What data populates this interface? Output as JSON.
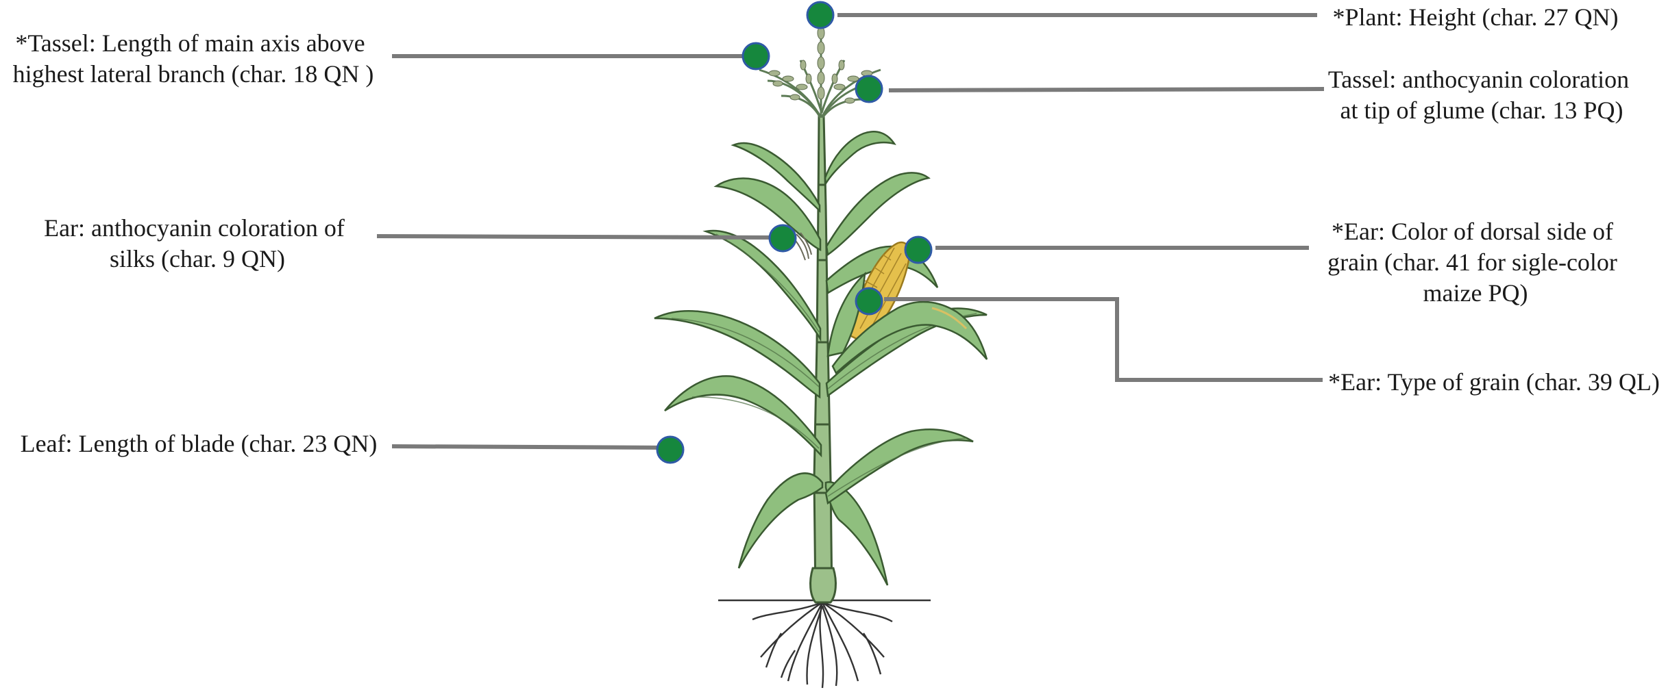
{
  "colors": {
    "marker_fill": "#16873d",
    "marker_stroke": "#2f5aa6",
    "leader_line": "#7a7a7a",
    "plant_green": "#8fbf7e",
    "ear_yellow": "#e5c04c"
  },
  "labels": {
    "tassel_length": [
      "*Tassel: Length of main axis above",
      "highest lateral branch (char. 18 QN )"
    ],
    "ear_silks": [
      "Ear: anthocyanin coloration of",
      "silks (char.  9 QN)"
    ],
    "leaf_blade": [
      "Leaf: Length of blade (char. 23 QN)"
    ],
    "plant_height": [
      "*Plant: Height (char. 27  QN)"
    ],
    "tassel_glume": [
      "Tassel: anthocyanin coloration",
      "at tip of glume (char.  13 PQ)"
    ],
    "ear_grain_color": [
      "*Ear: Color of dorsal side of",
      "grain (char. 41 for sigle-color",
      "maize PQ)"
    ],
    "ear_grain_type": [
      "*Ear: Type of grain (char. 39 QL)"
    ]
  },
  "markers": [
    {
      "name": "plant-height",
      "icon": "green-dot-icon"
    },
    {
      "name": "tassel-length",
      "icon": "green-dot-icon"
    },
    {
      "name": "tassel-glume",
      "icon": "green-dot-icon"
    },
    {
      "name": "ear-silks",
      "icon": "green-dot-icon"
    },
    {
      "name": "ear-grain-color",
      "icon": "green-dot-icon"
    },
    {
      "name": "ear-grain-type",
      "icon": "green-dot-icon"
    },
    {
      "name": "leaf-blade",
      "icon": "green-dot-icon"
    }
  ]
}
